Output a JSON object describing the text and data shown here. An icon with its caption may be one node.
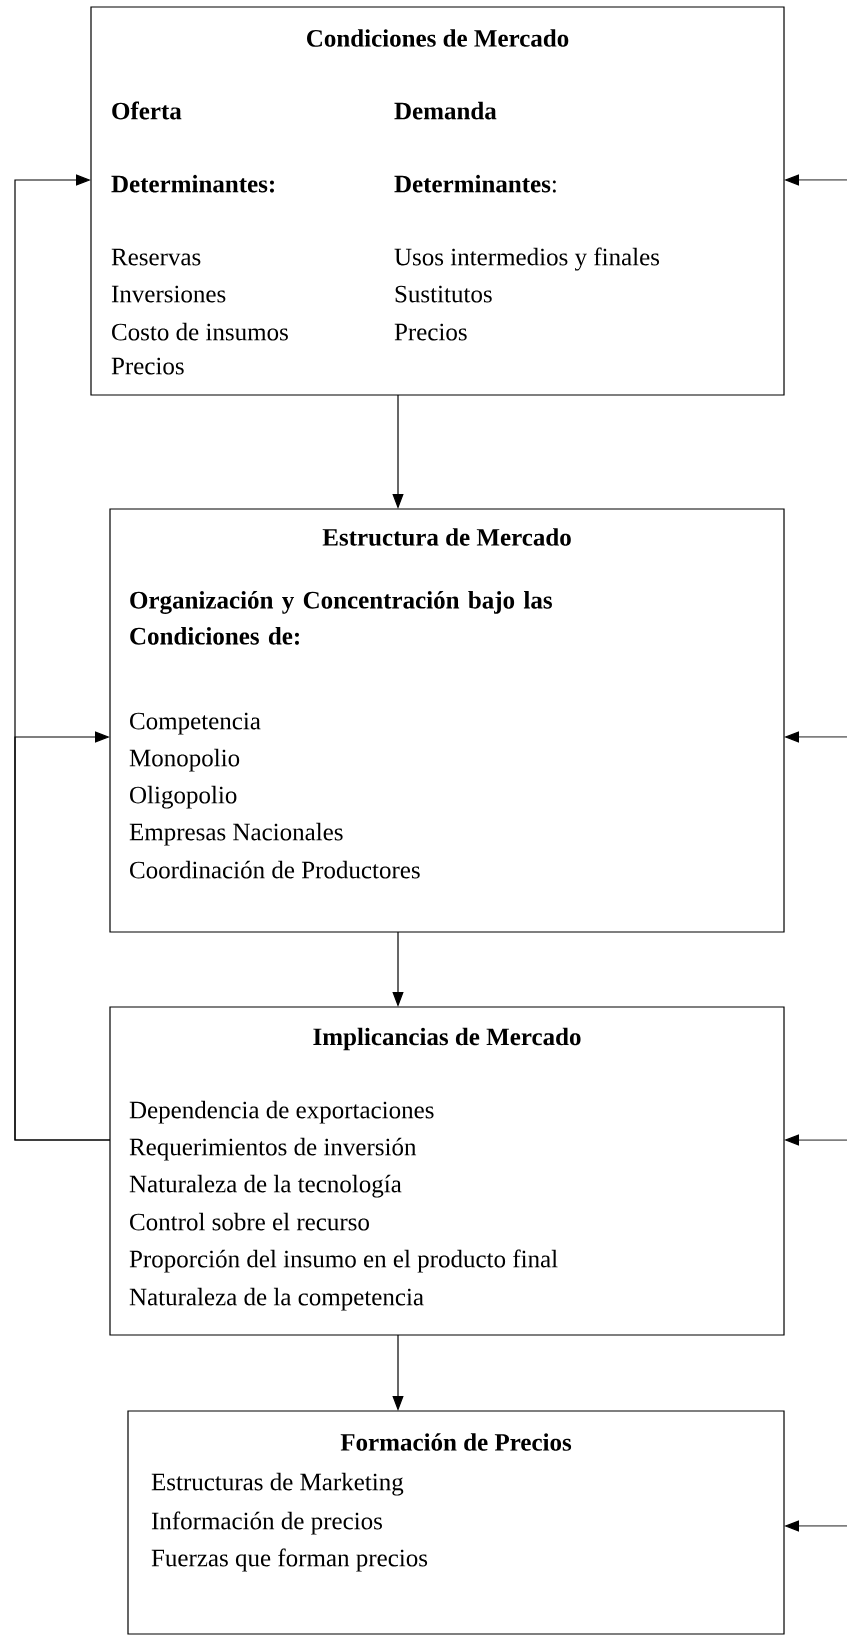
{
  "diagram": {
    "nodes": [
      {
        "text": [
          "Condiciones de Mercado",
          "Oferta",
          "Demanda",
          "Determinantes:",
          "**Determinantes**:",
          "Reservas",
          "Inversiones",
          "Costo de insumos",
          "Precios",
          "Usos intermedios y finales",
          "Sustitutos",
          "Precios"
        ]
      },
      {
        "text": [
          "Estructura de Mercado",
          "Organización y Concentración bajo las Condiciones de:",
          "Competencia",
          "Monopolio",
          "Oligopolio",
          "Empresas Nacionales",
          "Coordinación de Productores"
        ]
      },
      {
        "text": [
          "Implicancias de Mercado",
          "Dependencia de exportaciones",
          "Requerimientos de inversión",
          "Naturaleza de la tecnología",
          "Control sobre el recurso",
          "Proporción del insumo en el producto final",
          "Naturaleza de la competencia"
        ]
      },
      {
        "text": [
          "Formación de Precios",
          "Estructuras de Marketing",
          "Información de precios",
          "Fuerzas que forman precios"
        ]
      }
    ],
    "edges": [
      {
        "from": 0,
        "to": 1,
        "arrow": "to"
      },
      {
        "from": 1,
        "to": 2,
        "arrow": "to"
      },
      {
        "from": 2,
        "to": 3,
        "arrow": "to"
      },
      {
        "from": 2,
        "to": 0,
        "arrow": "to"
      },
      {
        "from": 2,
        "to": 1,
        "arrow": "to"
      },
      {
        "from": null,
        "to": 0,
        "arrow": "to"
      },
      {
        "from": null,
        "to": 1,
        "arrow": "to"
      },
      {
        "from": null,
        "to": 2,
        "arrow": "to"
      },
      {
        "from": null,
        "to": 3,
        "arrow": "to"
      }
    ]
  }
}
